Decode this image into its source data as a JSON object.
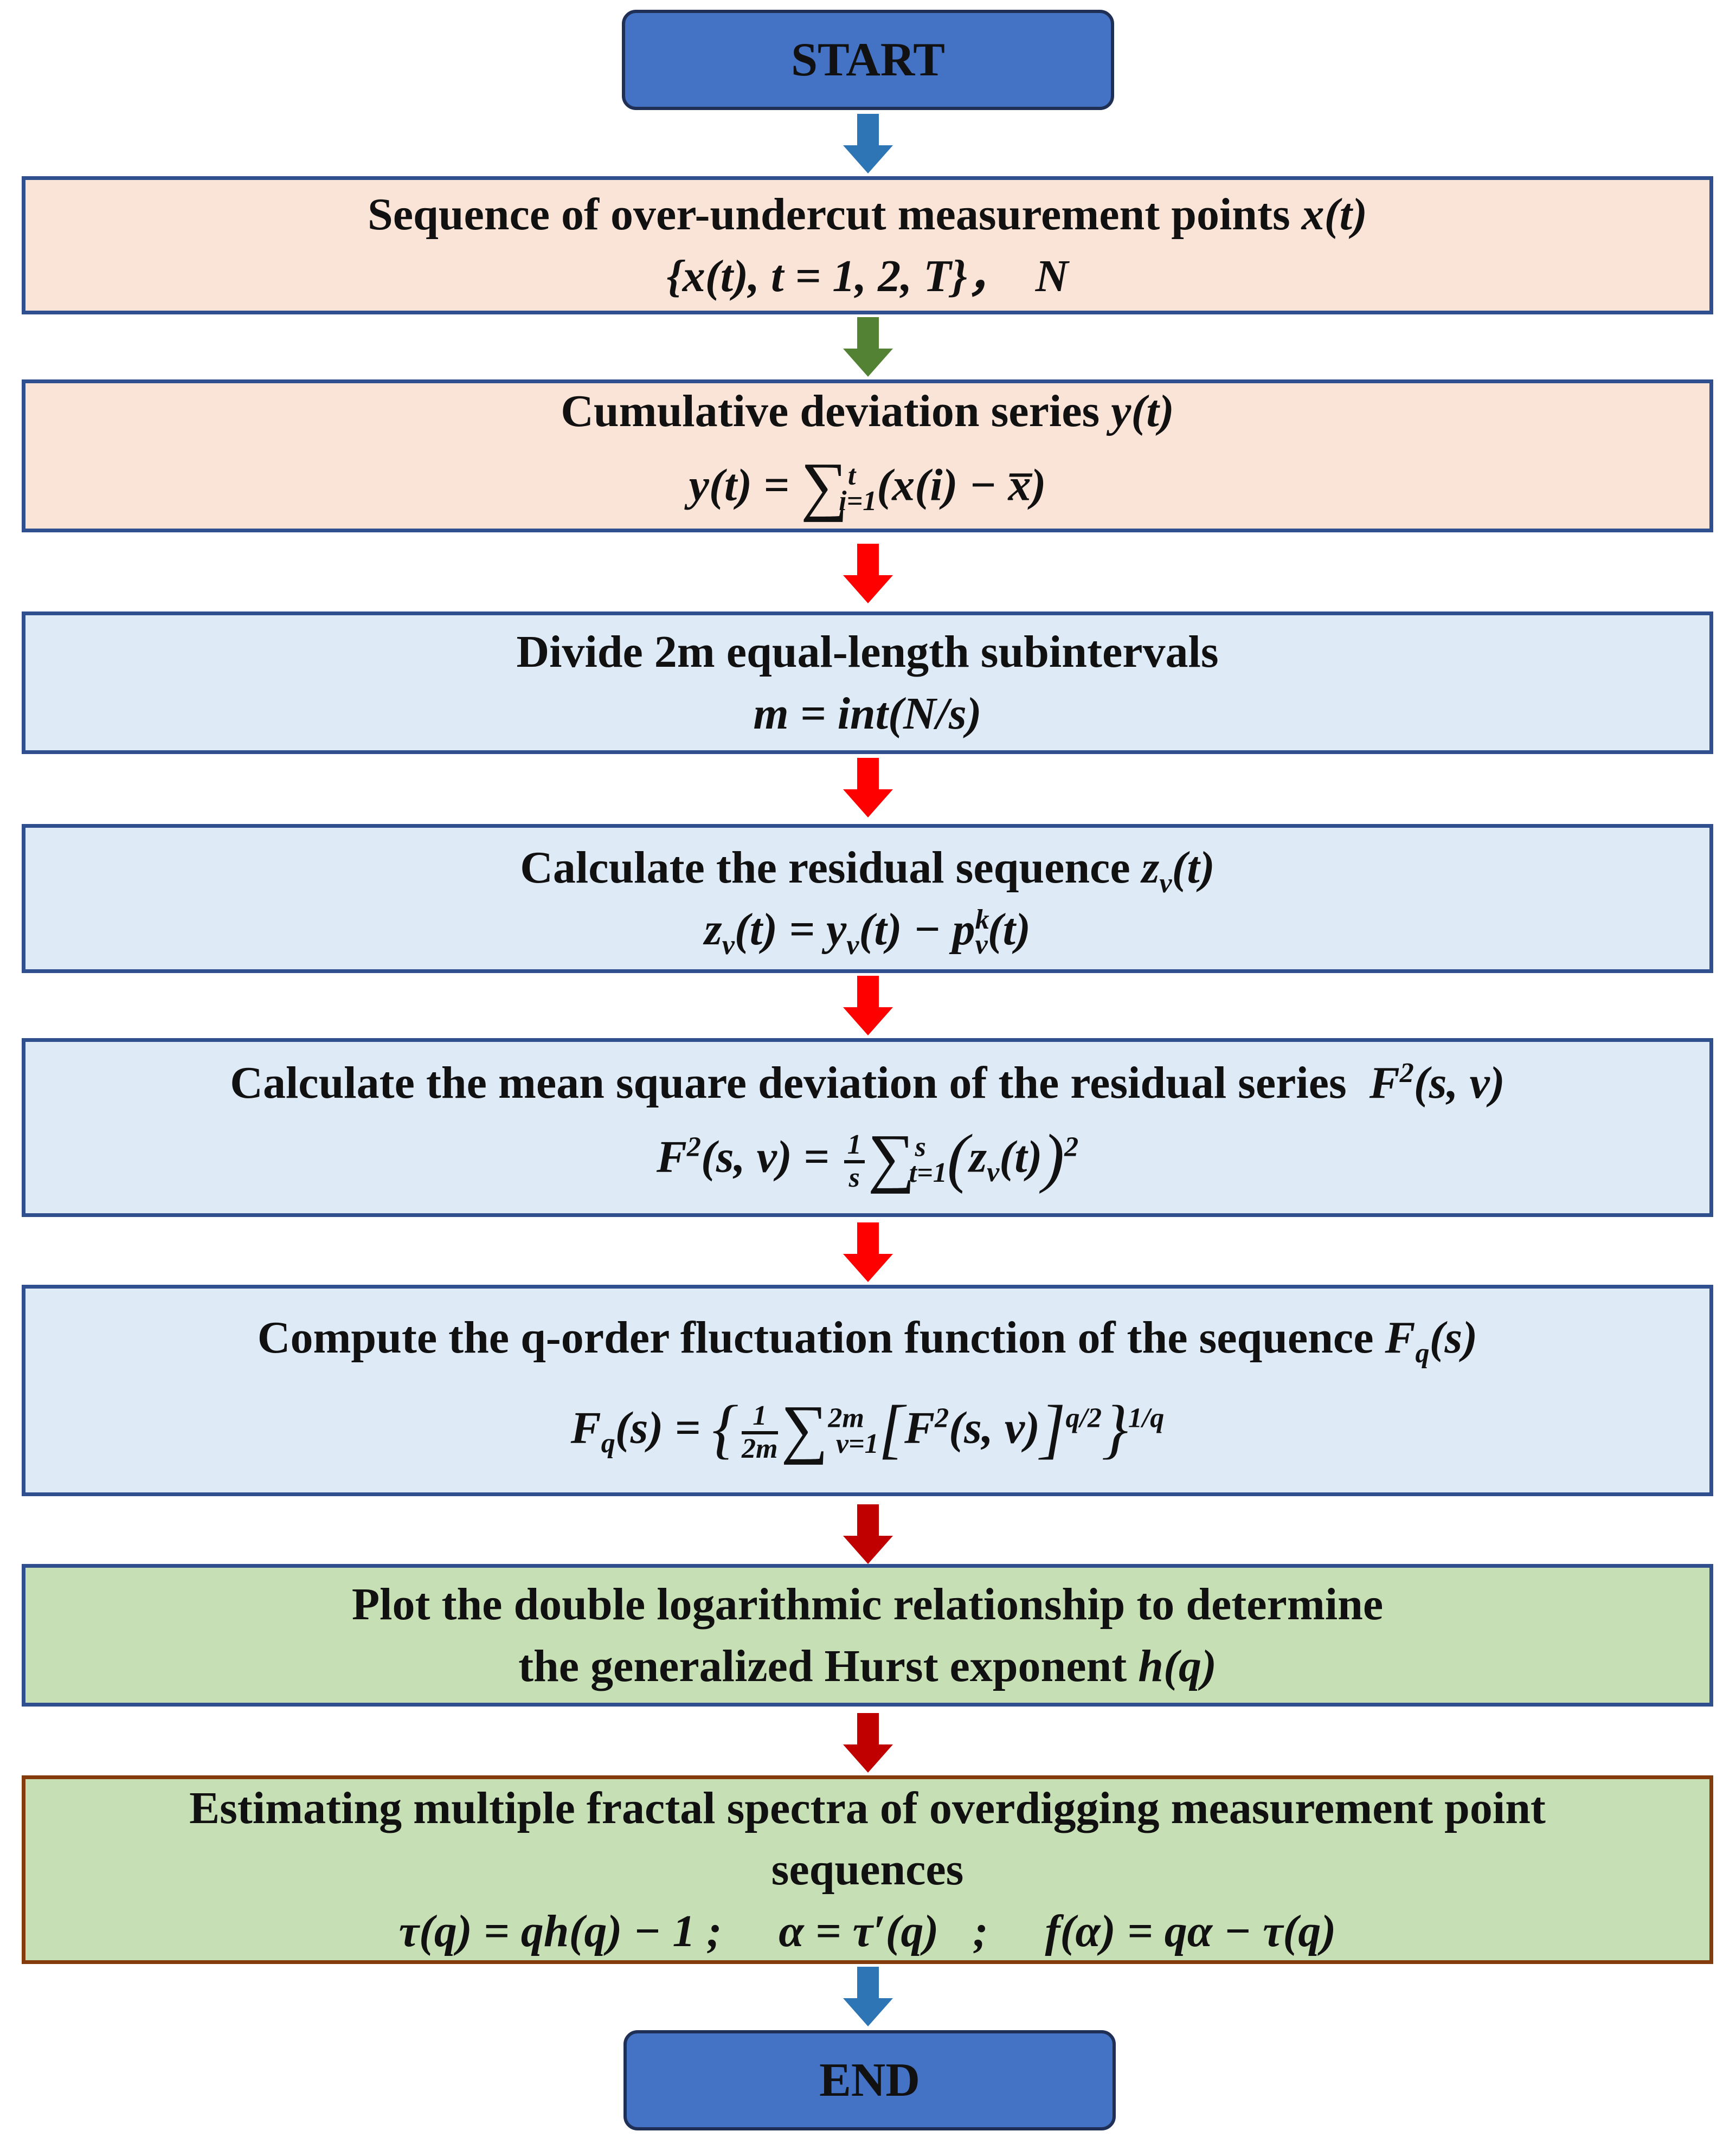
{
  "nodes": {
    "start": "START",
    "end": "END",
    "s1": {
      "title": "Sequence of over-undercut measurement points",
      "title_var": "x(t)",
      "formula": "{x(t), t = 1, 2, T}，  N"
    },
    "s2": {
      "title": "Cumulative deviation series",
      "title_var": "y(t)",
      "formula": "y(t) = ∑ t i=1 (x(i) − x̅)"
    },
    "s3": {
      "title": "Divide 2m equal-length subintervals",
      "formula": "m = int(N/s)"
    },
    "s4": {
      "title": "Calculate the residual sequence",
      "title_var": "zv(t)",
      "formula": "zv(t) = yv(t) − pkv(t)"
    },
    "s5": {
      "title": "Calculate the mean square deviation of the residual series",
      "title_var": "F2(s, v)",
      "formula": "F2(s, v) = 1/s ∑ s t=1 (zv(t))2"
    },
    "s6": {
      "title": "Compute the q-order fluctuation function of the sequence",
      "title_var": "Fq(s)",
      "formula": "Fq(s) = {1/2m ∑ 2m v=1 [F2(s, v)]q/2}1/q"
    },
    "s7": {
      "line1": "Plot the double logarithmic relationship to determine",
      "line2": "the generalized Hurst exponent",
      "title_var": "h(q)"
    },
    "s8": {
      "line1": "Estimating multiple fractal spectra of overdigging measurement point",
      "line2": "sequences",
      "formula": "τ(q) = qh(q) − 1 ;   α = τ′(q) ;   f(α) = qα − τ(q)"
    }
  },
  "colors": {
    "terminal": "#4472C4",
    "peach": "#FAE3D7",
    "blue_box": "#DEEAF6",
    "green_box": "#C6DFB4",
    "arrow_blue": "#2E75B6",
    "arrow_green": "#548235",
    "arrow_red": "#FF0000",
    "arrow_darkred": "#C00000"
  }
}
